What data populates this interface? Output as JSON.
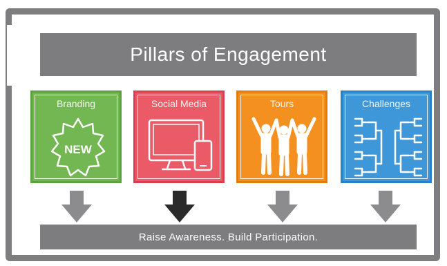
{
  "title": "Pillars of Engagement",
  "pillars": [
    {
      "label": "Branding",
      "icon": "new-badge-icon",
      "color": "#72b752"
    },
    {
      "label": "Social Media",
      "icon": "devices-icon",
      "color": "#eb5a67"
    },
    {
      "label": "Tours",
      "icon": "people-cheering-icon",
      "color": "#f4901f"
    },
    {
      "label": "Challenges",
      "icon": "tournament-bracket-icon",
      "color": "#3e97d8"
    }
  ],
  "badge_text": "NEW",
  "arrow_colors": [
    "#8c8c8e",
    "#2b2b2b",
    "#8c8c8e",
    "#8c8c8e"
  ],
  "tagline": "Raise Awareness. Build Participation."
}
